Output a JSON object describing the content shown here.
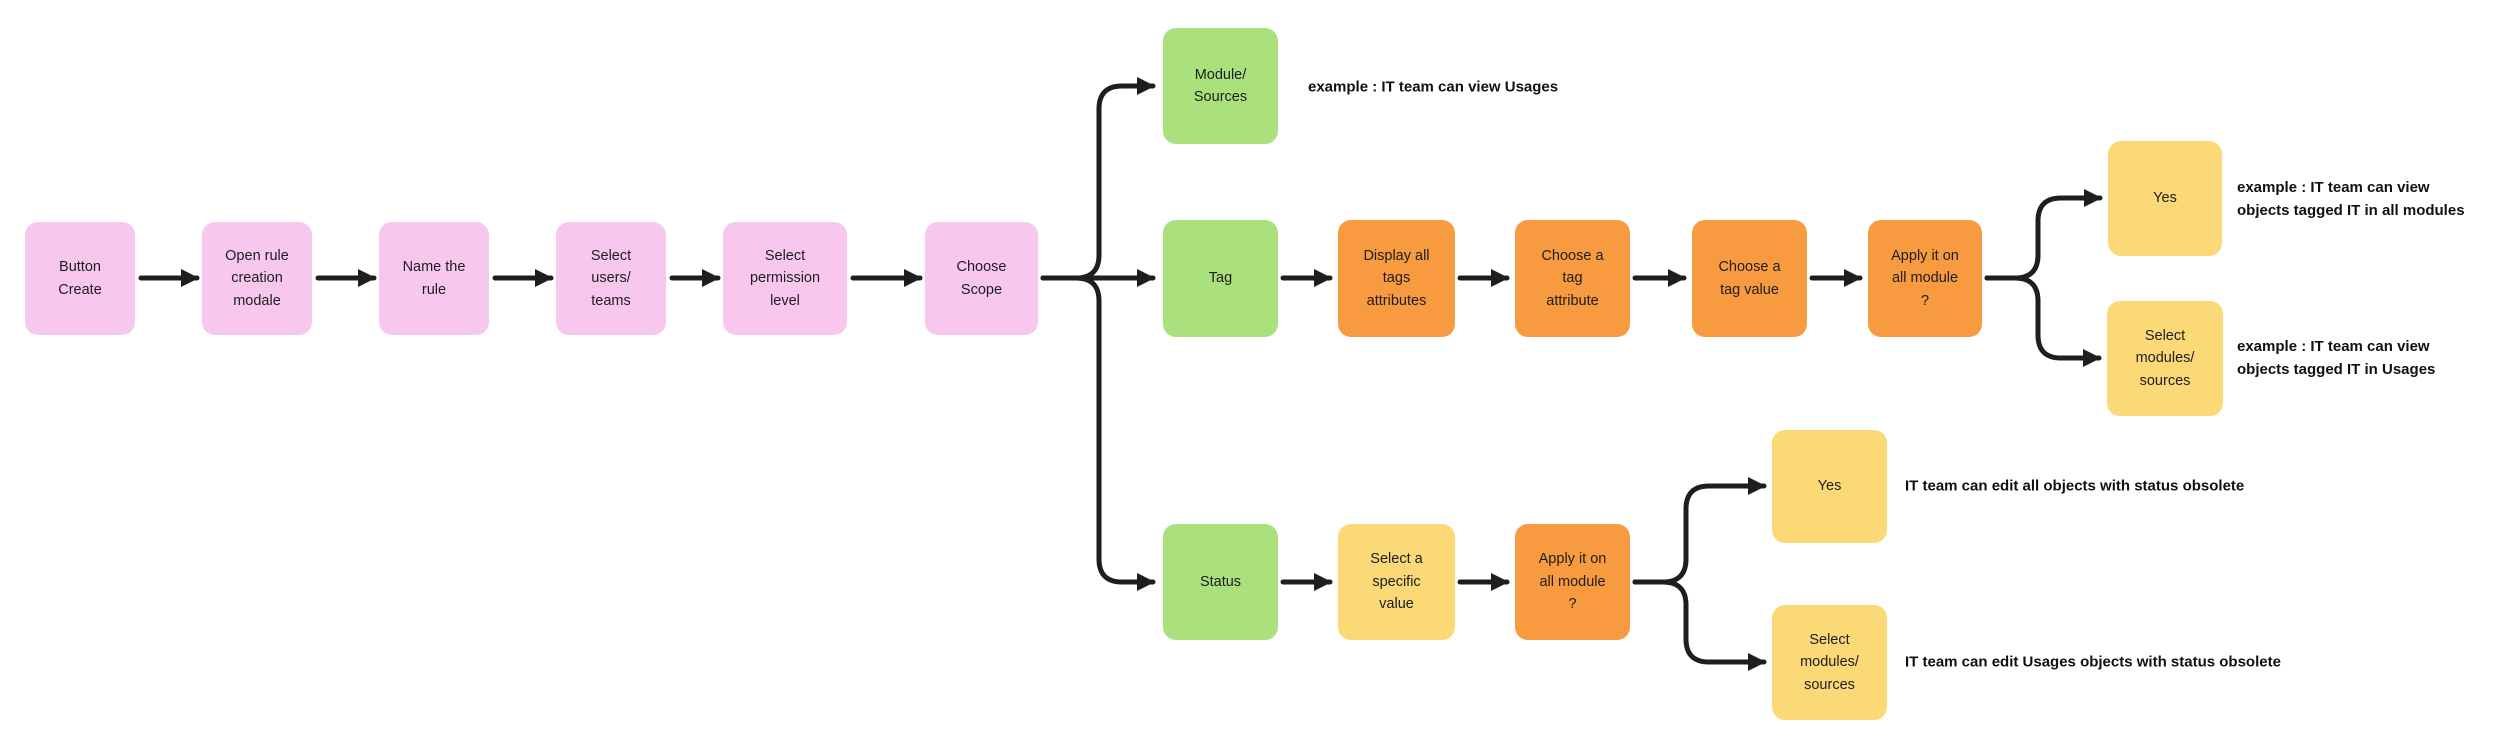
{
  "colors": {
    "pink": "#f8c7ee",
    "green": "#abe17c",
    "orange": "#f89b40",
    "yellow": "#fbd977",
    "connector": "#1e1e1e",
    "text": "#1d1d1f"
  },
  "nodes": [
    {
      "id": "button-create",
      "color": "pink",
      "label": "Button\nCreate"
    },
    {
      "id": "open-rule",
      "color": "pink",
      "label": "Open rule\ncreation\nmodale"
    },
    {
      "id": "name-rule",
      "color": "pink",
      "label": "Name the\nrule"
    },
    {
      "id": "select-users",
      "color": "pink",
      "label": "Select\nusers/\nteams"
    },
    {
      "id": "select-permission",
      "color": "pink",
      "label": "Select\npermission\nlevel"
    },
    {
      "id": "choose-scope",
      "color": "pink",
      "label": "Choose\nScope"
    },
    {
      "id": "module-sources",
      "color": "green",
      "label": "Module/\nSources"
    },
    {
      "id": "tag",
      "color": "green",
      "label": "Tag"
    },
    {
      "id": "display-tags",
      "color": "orange",
      "label": "Display all\ntags\nattributes"
    },
    {
      "id": "choose-attr",
      "color": "orange",
      "label": "Choose a\ntag\nattribute"
    },
    {
      "id": "choose-value",
      "color": "orange",
      "label": "Choose a\ntag value"
    },
    {
      "id": "apply-mid",
      "color": "orange",
      "label": "Apply it on\nall module\n?"
    },
    {
      "id": "yes-mid",
      "color": "yellow",
      "label": "Yes"
    },
    {
      "id": "select-mod-mid",
      "color": "yellow",
      "label": "Select\nmodules/\nsources"
    },
    {
      "id": "status",
      "color": "green",
      "label": "Status"
    },
    {
      "id": "select-specific",
      "color": "yellow",
      "label": "Select a\nspecific\nvalue"
    },
    {
      "id": "apply-bot",
      "color": "orange",
      "label": "Apply it on\nall module\n?"
    },
    {
      "id": "yes-bot",
      "color": "yellow",
      "label": "Yes"
    },
    {
      "id": "select-mod-bot",
      "color": "yellow",
      "label": "Select\nmodules/\nsources"
    }
  ],
  "annotations": [
    {
      "id": "a-module",
      "text": "example : IT team can view Usages"
    },
    {
      "id": "a-yes-mid",
      "text": "example : IT team can view\nobjects tagged IT in all modules"
    },
    {
      "id": "a-select-mid",
      "text": "example : IT team can view\nobjects tagged IT in Usages"
    },
    {
      "id": "a-yes-bot",
      "text": "IT team can edit all objects with status obsolete"
    },
    {
      "id": "a-select-bot",
      "text": "IT team can edit Usages objects with status obsolete"
    }
  ],
  "edges": [
    {
      "from": "button-create",
      "to": "open-rule"
    },
    {
      "from": "open-rule",
      "to": "name-rule"
    },
    {
      "from": "name-rule",
      "to": "select-users"
    },
    {
      "from": "select-users",
      "to": "select-permission"
    },
    {
      "from": "select-permission",
      "to": "choose-scope"
    },
    {
      "from": "choose-scope",
      "to": "module-sources"
    },
    {
      "from": "choose-scope",
      "to": "tag"
    },
    {
      "from": "choose-scope",
      "to": "status"
    },
    {
      "from": "tag",
      "to": "display-tags"
    },
    {
      "from": "display-tags",
      "to": "choose-attr"
    },
    {
      "from": "choose-attr",
      "to": "choose-value"
    },
    {
      "from": "choose-value",
      "to": "apply-mid"
    },
    {
      "from": "apply-mid",
      "to": "yes-mid"
    },
    {
      "from": "apply-mid",
      "to": "select-mod-mid"
    },
    {
      "from": "status",
      "to": "select-specific"
    },
    {
      "from": "select-specific",
      "to": "apply-bot"
    },
    {
      "from": "apply-bot",
      "to": "yes-bot"
    },
    {
      "from": "apply-bot",
      "to": "select-mod-bot"
    }
  ]
}
